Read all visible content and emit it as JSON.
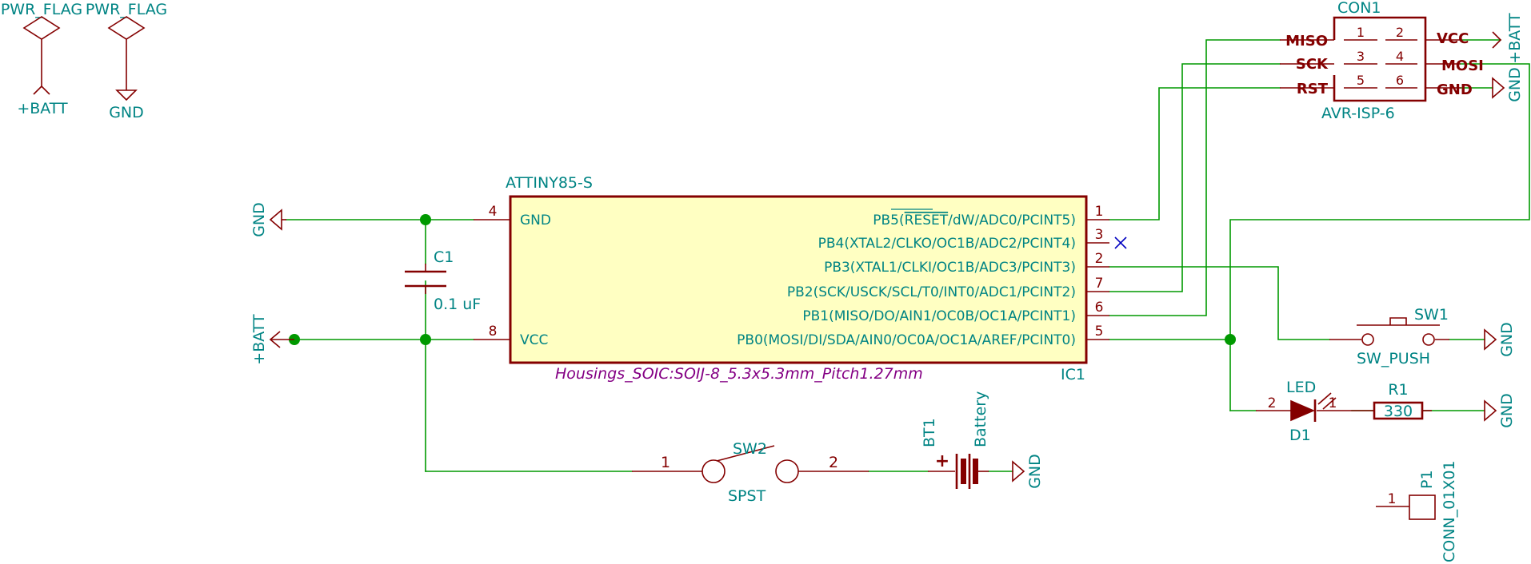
{
  "colors": {
    "wire": "#009900",
    "component": "#840000",
    "label": "#008484",
    "footprint": "#840084",
    "ic_fill": "#ffffc2",
    "no_connect": "#0000c0"
  },
  "power_flags": {
    "flag1": {
      "value": "PWR_FLAG",
      "net": "+BATT"
    },
    "flag2": {
      "value": "PWR_FLAG",
      "net": "GND"
    }
  },
  "ic1": {
    "part": "ATTINY85-S",
    "ref": "IC1",
    "footprint": "Housings_SOIC:SOIJ-8_5.3x5.3mm_Pitch1.27mm",
    "left_pins": [
      {
        "num": "4",
        "name": "GND"
      },
      {
        "num": "8",
        "name": "VCC"
      }
    ],
    "right_pins": [
      {
        "num": "1",
        "name_prefix": "PB5(",
        "name_over": "RESET",
        "name_suffix": "/dW/ADC0/PCINT5)"
      },
      {
        "num": "3",
        "name": "PB4(XTAL2/CLKO/OC1B/ADC2/PCINT4)"
      },
      {
        "num": "2",
        "name": "PB3(XTAL1/CLKI/OC1B/ADC3/PCINT3)"
      },
      {
        "num": "7",
        "name": "PB2(SCK/USCK/SCL/T0/INT0/ADC1/PCINT2)"
      },
      {
        "num": "6",
        "name": "PB1(MISO/DO/AIN1/OC0B/OC1A/PCINT1)"
      },
      {
        "num": "5",
        "name": "PB0(MOSI/DI/SDA/AIN0/OC0A/OC1A/AREF/PCINT0)"
      }
    ]
  },
  "c1": {
    "ref": "C1",
    "value": "0.1 uF"
  },
  "con1": {
    "ref": "CON1",
    "value": "AVR-ISP-6",
    "pins": [
      {
        "num": "1",
        "name": "MISO"
      },
      {
        "num": "2",
        "name": "VCC"
      },
      {
        "num": "3",
        "name": "SCK"
      },
      {
        "num": "4",
        "name": "MOSI"
      },
      {
        "num": "5",
        "name": "RST"
      },
      {
        "num": "6",
        "name": "GND"
      }
    ]
  },
  "sw1": {
    "ref": "SW1",
    "value": "SW_PUSH"
  },
  "sw2": {
    "ref": "SW2",
    "value": "SPST",
    "pin1": "1",
    "pin2": "2"
  },
  "d1": {
    "ref": "D1",
    "value": "LED",
    "pin_a": "2",
    "pin_k": "1"
  },
  "r1": {
    "ref": "R1",
    "value": "330"
  },
  "bt1": {
    "ref": "BT1",
    "value": "Battery",
    "plus": "+"
  },
  "p1": {
    "ref": "P1",
    "value": "CONN_01X01",
    "pin": "1"
  },
  "nets": {
    "gnd": "GND",
    "batt": "+BATT"
  }
}
